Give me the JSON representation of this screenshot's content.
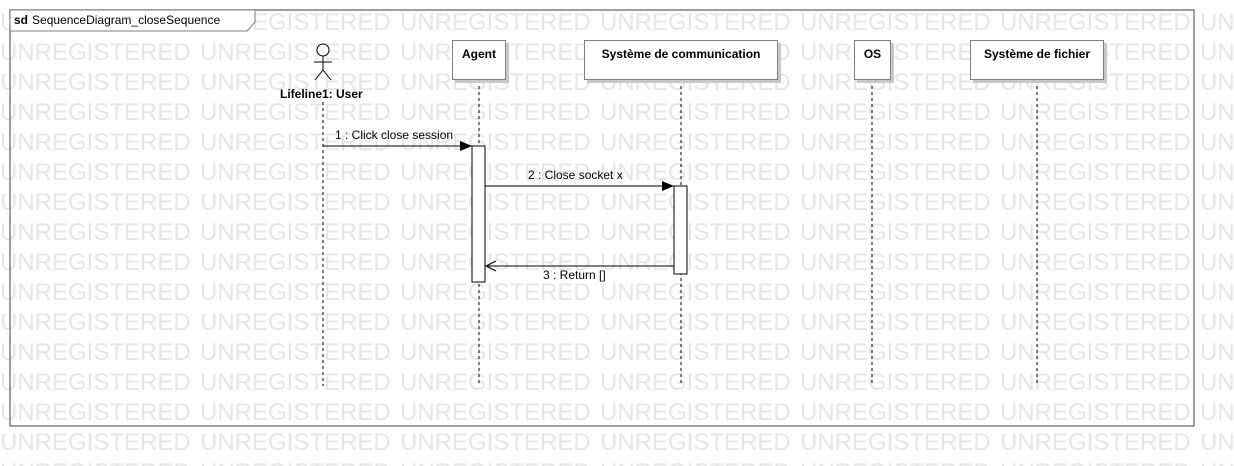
{
  "frame": {
    "keyword": "sd",
    "name": "SequenceDiagram_closeSequence"
  },
  "watermark_text": "UNREGISTERED",
  "actor": {
    "label": "Lifeline1: User",
    "icon": "stick-figure-icon"
  },
  "lifelines": [
    {
      "label": "Agent"
    },
    {
      "label": "Système de communication"
    },
    {
      "label": "OS"
    },
    {
      "label": "Système de fichier"
    }
  ],
  "messages": [
    {
      "label": "1 : Click close session",
      "kind": "synchronous"
    },
    {
      "label": "2 : Close socket x",
      "kind": "synchronous"
    },
    {
      "label": "3 : Return []",
      "kind": "return"
    }
  ],
  "colors": {
    "line": "#000000",
    "frame": "#7f7f7f",
    "watermark": "#e6e6e6"
  }
}
